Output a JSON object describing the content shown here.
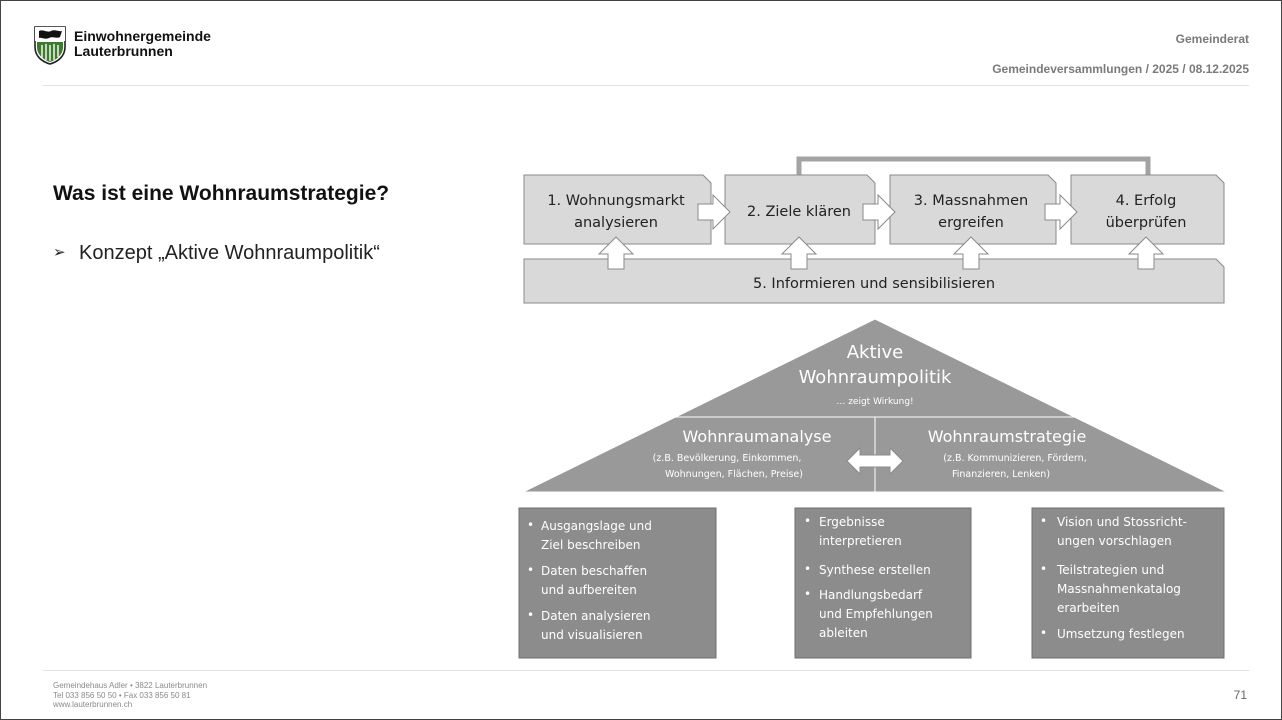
{
  "header": {
    "org_line1": "Einwohnergemeinde",
    "org_line2": "Lauterbrunnen",
    "department": "Gemeinderat",
    "breadcrumb": "Gemeindeversammlungen / 2025 / 08.12.2025"
  },
  "main": {
    "title": "Was ist eine Wohnraumstrategie?",
    "bullet_marker": "➢",
    "bullet": "Konzept „Aktive Wohnraumpolitik“"
  },
  "process": {
    "step1_line1": "1. Wohnungsmarkt",
    "step1_line2": "analysieren",
    "step2": "2. Ziele klären",
    "step3_line1": "3. Massnahmen",
    "step3_line2": "ergreifen",
    "step4_line1": "4. Erfolg",
    "step4_line2": "überprüfen",
    "step5": "5. Informieren und sensibilisieren"
  },
  "pyramid": {
    "top_line1": "Aktive",
    "top_line2": "Wohnraumpolitik",
    "top_sub": "… zeigt Wirkung!",
    "left_title": "Wohnraumanalyse",
    "left_sub1": "(z.B. Bevölkerung, Einkommen,",
    "left_sub2": "Wohnungen, Flächen, Preise)",
    "right_title": "Wohnraumstrategie",
    "right_sub1": "(z.B. Kommunizieren, Fördern,",
    "right_sub2": "Finanzieren, Lenken)"
  },
  "boxes": {
    "left": [
      "Ausgangslage und",
      "Ziel beschreiben",
      "Daten beschaffen",
      "und aufbereiten",
      "Daten analysieren",
      "und visualisieren"
    ],
    "middle": [
      "Ergebnisse",
      "interpretieren",
      "Synthese erstellen",
      "Handlungsbedarf",
      "und Empfehlungen",
      "ableiten"
    ],
    "right": [
      "Vision und Stossricht-",
      "ungen vorschlagen",
      "Teilstrategien und",
      "Massnahmenkatalog",
      "erarbeiten",
      "Umsetzung festlegen"
    ]
  },
  "footer": {
    "line1": "Gemeindehaus Adler • 3822 Lauterbrunnen",
    "line2": "Tel 033 856 50 50 • Fax 033 856 50 81",
    "line3": "www.lauterbrunnen.ch",
    "page_number": "71"
  },
  "colors": {
    "box_light": "#d9d9d9",
    "box_dark": "#8c8c8c",
    "pyramid": "#999999",
    "stroke": "#8a8a8a"
  }
}
